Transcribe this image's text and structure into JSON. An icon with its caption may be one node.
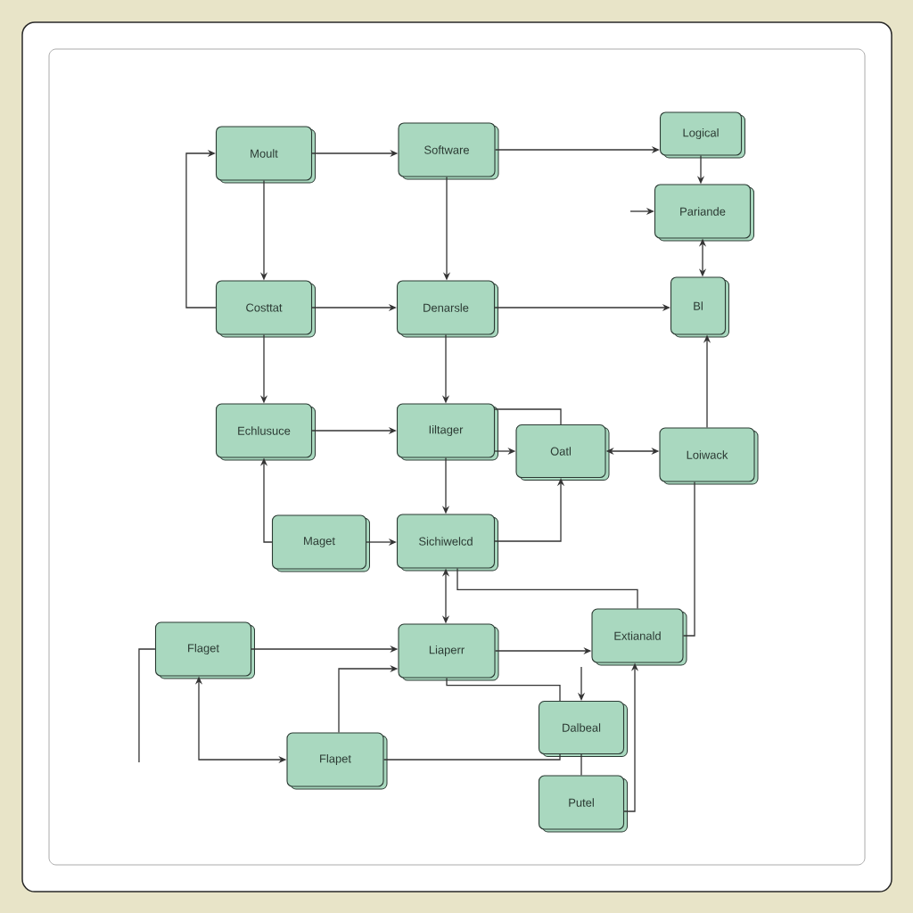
{
  "diagram": {
    "nodes": [
      {
        "text": [
          "Moult"
        ]
      },
      {
        "text": [
          "Software"
        ]
      },
      {
        "text": [
          "Logical"
        ]
      },
      {
        "text": [
          "Pariande"
        ]
      },
      {
        "text": [
          "Costtat"
        ]
      },
      {
        "text": [
          "Denarsle"
        ]
      },
      {
        "text": [
          "Bl"
        ]
      },
      {
        "text": [
          "Echlusuce"
        ]
      },
      {
        "text": [
          "Iiltager"
        ]
      },
      {
        "text": [
          "Oatl"
        ]
      },
      {
        "text": [
          "Loiwack"
        ]
      },
      {
        "text": [
          "Maget"
        ]
      },
      {
        "text": [
          "Sichiwelcd"
        ]
      },
      {
        "text": [
          "Flaget"
        ]
      },
      {
        "text": [
          "Liaperr"
        ]
      },
      {
        "text": [
          "Extianald"
        ]
      },
      {
        "text": [
          "Flapet"
        ]
      },
      {
        "text": [
          "Dalbeal"
        ]
      },
      {
        "text": [
          "Putel"
        ]
      }
    ],
    "edges": [
      {
        "from": 0,
        "to": 1,
        "arrow": "to"
      },
      {
        "from": 1,
        "to": 2,
        "arrow": "to"
      },
      {
        "from": 2,
        "to": 3,
        "arrow": "to"
      },
      {
        "from": null,
        "to": 3,
        "arrow": "to"
      },
      {
        "from": 3,
        "to": 6,
        "arrow": "both"
      },
      {
        "from": 0,
        "to": 4,
        "arrow": "to"
      },
      {
        "from": 4,
        "to": 0,
        "arrow": "to"
      },
      {
        "from": 4,
        "to": 5,
        "arrow": "to"
      },
      {
        "from": 5,
        "to": 6,
        "arrow": "to"
      },
      {
        "from": 1,
        "to": 5,
        "arrow": "to"
      },
      {
        "from": 4,
        "to": 7,
        "arrow": "to"
      },
      {
        "from": 5,
        "to": 8,
        "arrow": "to"
      },
      {
        "from": 7,
        "to": 8,
        "arrow": "to"
      },
      {
        "from": 8,
        "to": 9,
        "arrow": "to"
      },
      {
        "from": 8,
        "to": 9,
        "arrow": "none"
      },
      {
        "from": 9,
        "to": 10,
        "arrow": "both"
      },
      {
        "from": 10,
        "to": 6,
        "arrow": "to"
      },
      {
        "from": 11,
        "to": 7,
        "arrow": "to"
      },
      {
        "from": 11,
        "to": 12,
        "arrow": "to"
      },
      {
        "from": 8,
        "to": 12,
        "arrow": "to"
      },
      {
        "from": 12,
        "to": 9,
        "arrow": "to"
      },
      {
        "from": 12,
        "to": 14,
        "arrow": "both"
      },
      {
        "from": 15,
        "to": 12,
        "arrow": "none"
      },
      {
        "from": 13,
        "to": 14,
        "arrow": "to"
      },
      {
        "from": 16,
        "to": 14,
        "arrow": "to"
      },
      {
        "from": 16,
        "to": 13,
        "arrow": "both"
      },
      {
        "from": 13,
        "to": null,
        "arrow": "none"
      },
      {
        "from": 14,
        "to": 15,
        "arrow": "to"
      },
      {
        "from": 14,
        "to": 17,
        "arrow": "none"
      },
      {
        "from": null,
        "to": 17,
        "arrow": "to"
      },
      {
        "from": 16,
        "to": 17,
        "arrow": "none"
      },
      {
        "from": 17,
        "to": 18,
        "arrow": "none"
      },
      {
        "from": 18,
        "to": 15,
        "arrow": "to"
      },
      {
        "from": 15,
        "to": 10,
        "arrow": "none"
      }
    ]
  }
}
